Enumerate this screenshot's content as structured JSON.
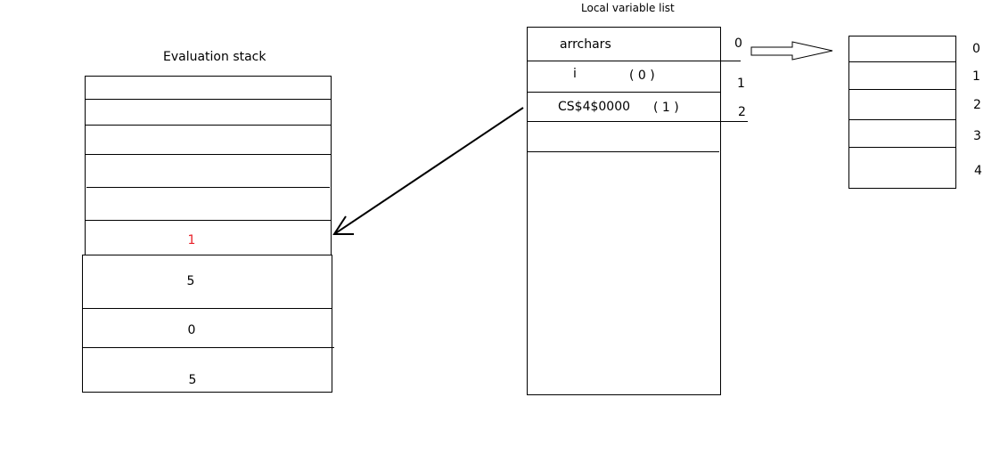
{
  "evaluation_stack": {
    "title": "Evaluation stack",
    "values": [
      "1",
      "5",
      "0",
      "5"
    ],
    "highlight_color": "#e8212a"
  },
  "local_variable_list": {
    "title": "Local variable list",
    "rows": [
      {
        "name": "arrchars",
        "value": "",
        "index": "0"
      },
      {
        "name": "i",
        "value": "( 0 )",
        "index": "1"
      },
      {
        "name": "CS$4$0000",
        "value": "( 1 )",
        "index": "2"
      }
    ]
  },
  "array": {
    "indices": [
      "0",
      "1",
      "2",
      "3",
      "4"
    ]
  }
}
